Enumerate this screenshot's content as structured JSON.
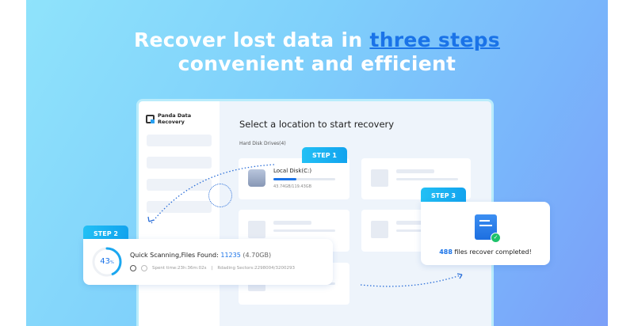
{
  "headline": {
    "line1_pre": "Recover lost data in ",
    "line1_highlight": "three steps",
    "line2": "convenient and efficient"
  },
  "app": {
    "name": "Panda Data Recovery",
    "main_title": "Select a location to start recovery",
    "section_label": "Hard Disk Drives(4)",
    "disk": {
      "name": "Local Disk(C:)",
      "usage": "43.74GB/119.43GB",
      "used_fraction": 0.37
    }
  },
  "step1": {
    "label": "STEP 1"
  },
  "step2": {
    "label": "STEP 2",
    "percent": "43",
    "percent_unit": "%",
    "progress": 0.43,
    "status_prefix": "Quick Scanning,Files Found: ",
    "files_found": "11235",
    "size": "(4.70GB)",
    "spent_time": "Spent time:23h:36m:02s",
    "separator": "|",
    "sectors": "Rdading Sectors:2298004/3200293"
  },
  "step3": {
    "label": "STEP 3",
    "count": "488",
    "message": " files recover completed!"
  },
  "colors": {
    "accent": "#1a73e8",
    "badge": "#17b0f2",
    "success": "#1ec26b"
  }
}
